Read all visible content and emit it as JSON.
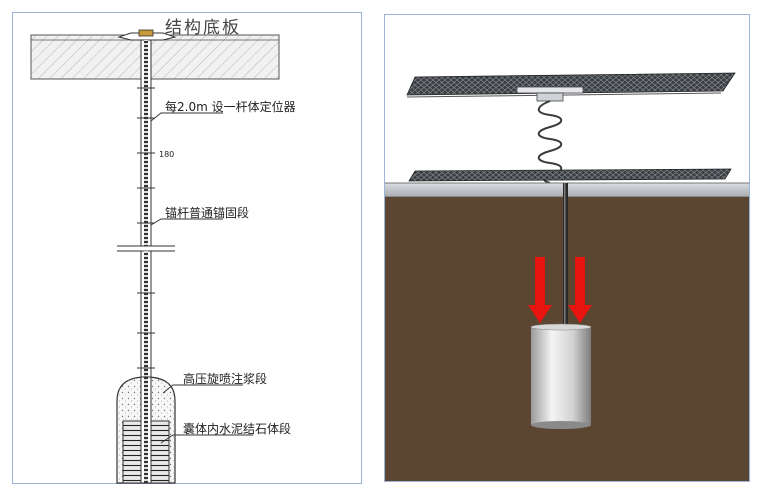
{
  "left_diagram": {
    "title": "结构底板",
    "dimension": "180",
    "labels": [
      "每2.0m 设一杆体定位器",
      "锚杆普通锚固段",
      "高压旋喷注浆段",
      "囊体内水泥结石体段"
    ]
  },
  "right_diagram": {
    "arrow_color": "#e8140f",
    "soil_color": "#5b4632",
    "grey_band_color": "#b9bdc2"
  }
}
